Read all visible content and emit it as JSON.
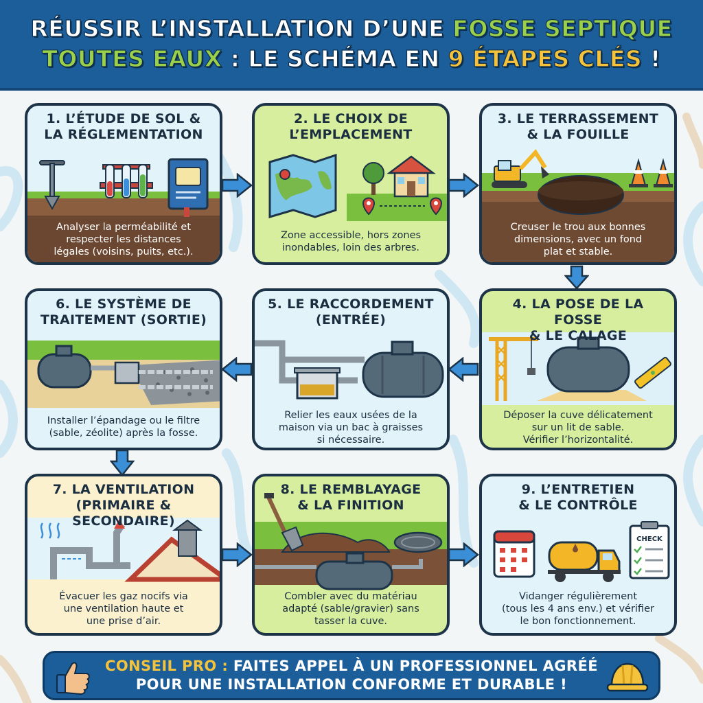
{
  "header": {
    "line1_part1": "RÉUSSIR L’INSTALLATION D’UNE ",
    "line1_part2": "FOSSE SEPTIQUE",
    "line2_part1": "TOUTES EAUX",
    "line2_part2": " : LE SCHÉMA EN ",
    "line2_part3": "9 ÉTAPES CLÉS",
    "line2_part4": " !"
  },
  "steps": [
    {
      "title_1": "1. L’ÉTUDE DE SOL &",
      "title_2": "LA RÉGLEMENTATION",
      "desc_1": "Analyser la perméabilité et",
      "desc_2": "respecter les distances",
      "desc_3": "légales (voisins, puits, etc.)."
    },
    {
      "title_1": "2. LE CHOIX DE",
      "title_2": "L’EMPLACEMENT",
      "desc_1": "Zone accessible, hors zones",
      "desc_2": "inondables, loin des arbres."
    },
    {
      "title_1": "3. LE TERRASSEMENT",
      "title_2": "& LA FOUILLE",
      "desc_1": "Creuser le trou aux bonnes",
      "desc_2": "dimensions, avec un fond",
      "desc_3": "plat et stable."
    },
    {
      "title_1": "4. LA POSE DE LA FOSSE",
      "title_2": "& LE CALAGE",
      "desc_1": "Déposer la cuve délicatement",
      "desc_2": "sur un lit de sable.",
      "desc_3": "Vérifier l’horizontalité."
    },
    {
      "title_1": "5. LE RACCORDEMENT",
      "title_2": "(ENTRÉE)",
      "desc_1": "Relier les eaux usées de la",
      "desc_2": "maison via un bac à graisses",
      "desc_3": "si nécessaire."
    },
    {
      "title_1": "6. LE SYSTÈME DE",
      "title_2": "TRAITEMENT (SORTIE)",
      "desc_1": "Installer l’épandage ou le filtre",
      "desc_2": "(sable, zéolite) après la fosse."
    },
    {
      "title_1": "7. LA VENTILATION",
      "title_2": "(PRIMAIRE & SECONDAIRE)",
      "desc_1": "Évacuer les gaz nocifs via",
      "desc_2": "une ventilation haute et",
      "desc_3": "une prise d’air."
    },
    {
      "title_1": "8. LE REMBLAYAGE",
      "title_2": "& LA FINITION",
      "desc_1": "Combler avec du matériau",
      "desc_2": "adapté (sable/gravier) sans",
      "desc_3": "tasser la cuve."
    },
    {
      "title_1": "9. L’ENTRETIEN",
      "title_2": "& LE CONTRÔLE",
      "desc_1": "Vidanger régulièrement",
      "desc_2": "(tous les 4 ans env.) et vérifier",
      "desc_3": "le bon fonctionnement."
    }
  ],
  "check_label": "CHECK",
  "footer": {
    "pro_label": "CONSEIL PRO :",
    "line1_rest": " FAITES APPEL À UN PROFESSIONNEL AGRÉÉ",
    "line2": "POUR UNE INSTALLATION CONFORME ET DURABLE !"
  },
  "colors": {
    "header_blue": "#1c5e9a",
    "accent_green": "#9bd04a",
    "accent_yellow": "#f5c33b",
    "arrow_blue": "#3a8fd6",
    "card_outline": "#1d3347"
  },
  "icons": [
    "soil-probe-icon",
    "test-tubes-icon",
    "regulation-book-icon",
    "map-icon",
    "tree-icon",
    "house-icon",
    "location-pin-icon",
    "excavator-icon",
    "traffic-cone-icon",
    "crane-icon",
    "septic-tank-icon",
    "spirit-level-icon",
    "grease-trap-icon",
    "vent-pipe-icon",
    "shovel-icon",
    "manhole-cover-icon",
    "calendar-icon",
    "tanker-truck-icon",
    "checklist-icon",
    "thumbs-up-icon",
    "hard-hat-icon"
  ]
}
